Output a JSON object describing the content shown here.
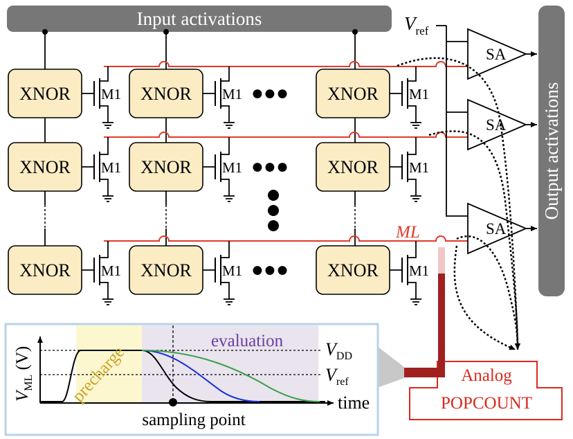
{
  "input_bar": {
    "label": "Input activations"
  },
  "output_bar": {
    "label": "Output activations"
  },
  "cell": {
    "gate_label": "XNOR",
    "transistor_label": "M1",
    "ellipsis": "●●●"
  },
  "vref": {
    "main": "V",
    "sub": "ref"
  },
  "sense_amp": {
    "label": "SA"
  },
  "ml_label": "ML",
  "popcount": {
    "line1": "Analog",
    "line2": "POPCOUNT"
  },
  "waveform": {
    "y_label_main": "V",
    "y_label_sub": "ML",
    "y_label_unit": " (V)",
    "x_label": "time",
    "precharge_label": "precharge",
    "evaluation_label": "evaluation",
    "vdd_main": "V",
    "vdd_sub": "DD",
    "vref_main": "V",
    "vref_sub": "ref",
    "sampling_label": "sampling point"
  },
  "colors": {
    "bar_gray": "#777777",
    "cell_fill": "#fbecc4",
    "match_line": "#e0392b",
    "popcount_red": "#d92a1e",
    "precharge_fill": "#fdf7cf",
    "evaluation_fill": "#e9e4ee",
    "precharge_text": "#c9a227",
    "evaluation_text": "#6b3fa0",
    "curve_black": "#000000",
    "curve_blue": "#1a2fd6",
    "curve_green": "#3aa04a",
    "callout_fill": "#c8c8c8",
    "callout_bar": "#a02020"
  }
}
